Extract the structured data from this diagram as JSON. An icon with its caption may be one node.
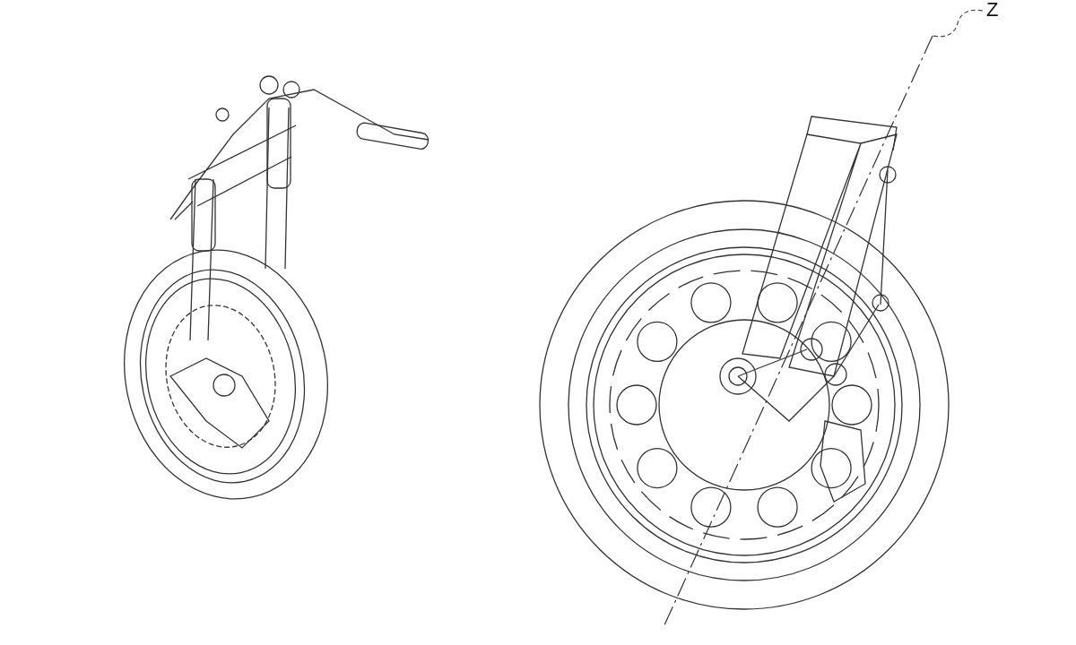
{
  "diagram": {
    "nodes": [
      {
        "text": [
          "Z"
        ]
      },
      {
        "text": [],
        "shape": "line"
      }
    ],
    "edges": [
      {
        "from": 0,
        "to": 1,
        "arrow": "none"
      }
    ]
  }
}
